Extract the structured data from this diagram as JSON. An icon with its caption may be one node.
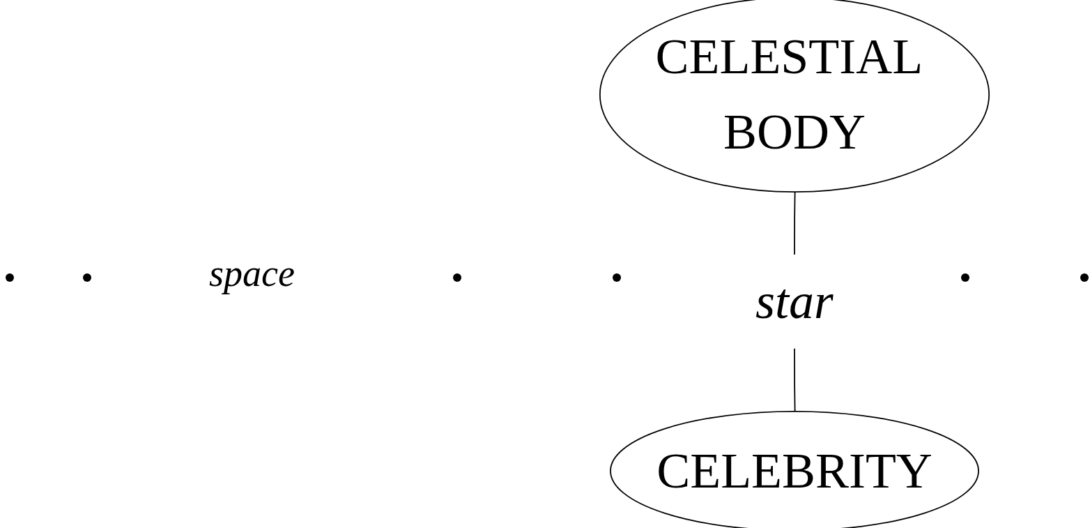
{
  "diagram": {
    "nodes": [
      {
        "text": [
          "CELESTIAL BODY"
        ]
      },
      {
        "text": [
          "star"
        ]
      },
      {
        "text": [
          "CELEBRITY"
        ]
      }
    ],
    "edges": [
      {
        "from": 0,
        "to": 1,
        "arrow": "none"
      },
      {
        "from": 1,
        "to": 2,
        "arrow": "none"
      }
    ],
    "labels": [
      "space"
    ]
  }
}
